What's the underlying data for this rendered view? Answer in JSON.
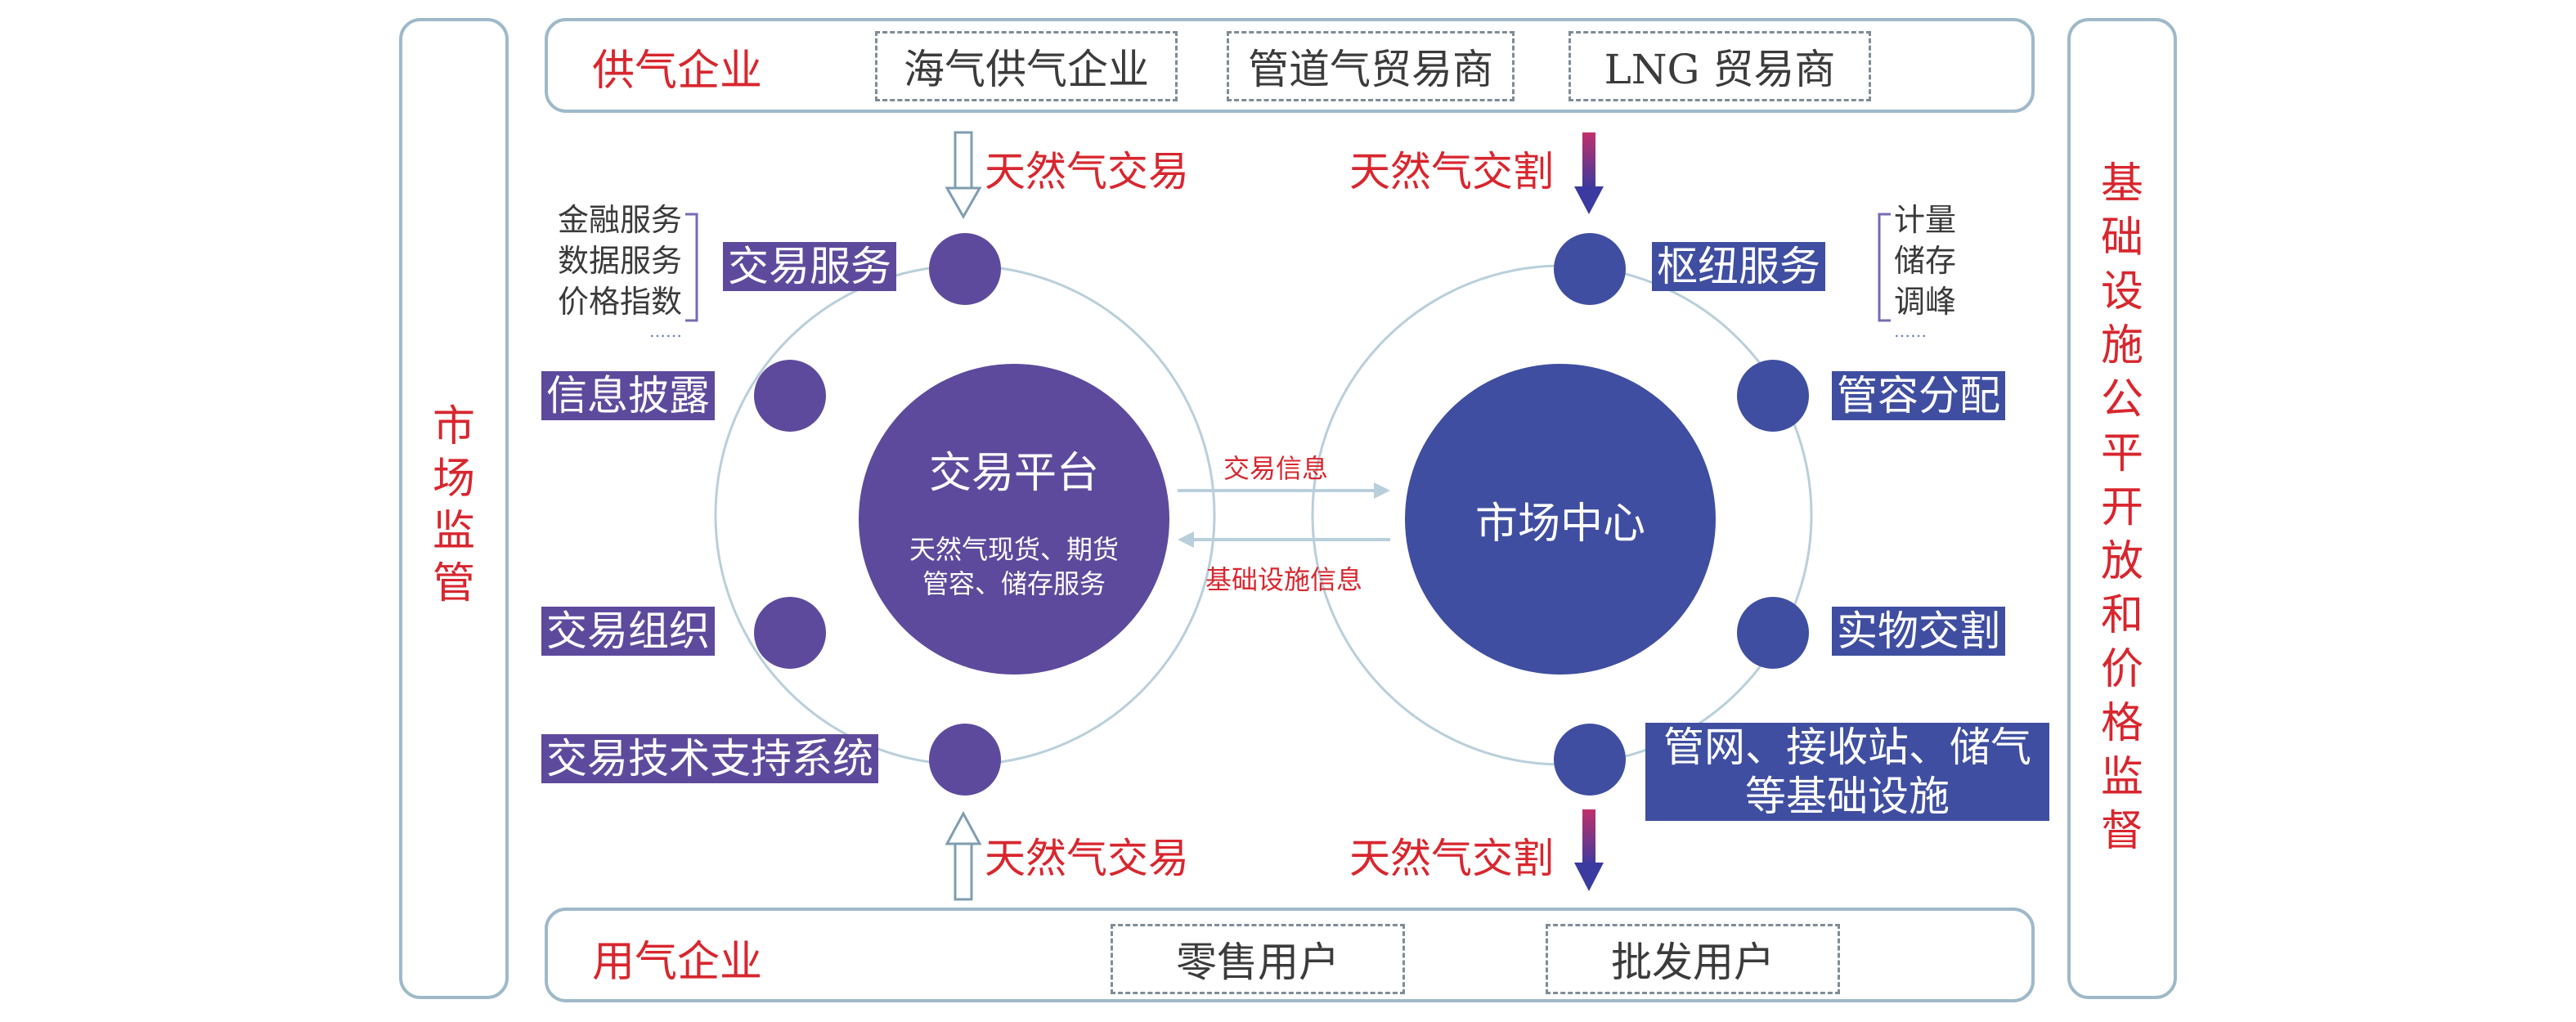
{
  "left_panel": {
    "label": [
      "市",
      "场",
      "监",
      "管"
    ]
  },
  "right_panel": {
    "label": [
      "基",
      "础",
      "设",
      "施",
      "公",
      "平",
      "开",
      "放",
      "和",
      "价",
      "格",
      "监",
      "督"
    ]
  },
  "top_bar": {
    "title": "供气企业",
    "boxes": [
      "海气供气企业",
      "管道气贸易商",
      "LNG 贸易商"
    ]
  },
  "bottom_bar": {
    "title": "用气企业",
    "boxes": [
      "零售用户",
      "批发用户"
    ]
  },
  "flows": {
    "top_left": "天然气交易",
    "top_right": "天然气交割",
    "bottom_left": "天然气交易",
    "bottom_right": "天然气交割"
  },
  "trading_platform": {
    "title": "交易平台",
    "subtitle_line1": "天然气现货、期货",
    "subtitle_line2": "管容、储存服务",
    "nodes": [
      "交易服务",
      "信息披露",
      "交易组织",
      "交易技术支持系统"
    ],
    "service_list": [
      "金融服务",
      "数据服务",
      "价格指数",
      "……"
    ]
  },
  "market_center": {
    "title": "市场中心",
    "nodes": [
      "枢纽服务",
      "管容分配",
      "实物交割"
    ],
    "node_multiline": [
      "管网、接收站、储气",
      "等基础设施"
    ],
    "hub_list": [
      "计量",
      "储存",
      "调峰",
      "……"
    ]
  },
  "exchange": {
    "to_center": "交易信息",
    "to_platform": "基础设施信息"
  },
  "colors": {
    "purple": "#5e4a9c",
    "blue": "#3f4ea0",
    "red": "#d8262e",
    "frame": "#9fb9c9"
  }
}
